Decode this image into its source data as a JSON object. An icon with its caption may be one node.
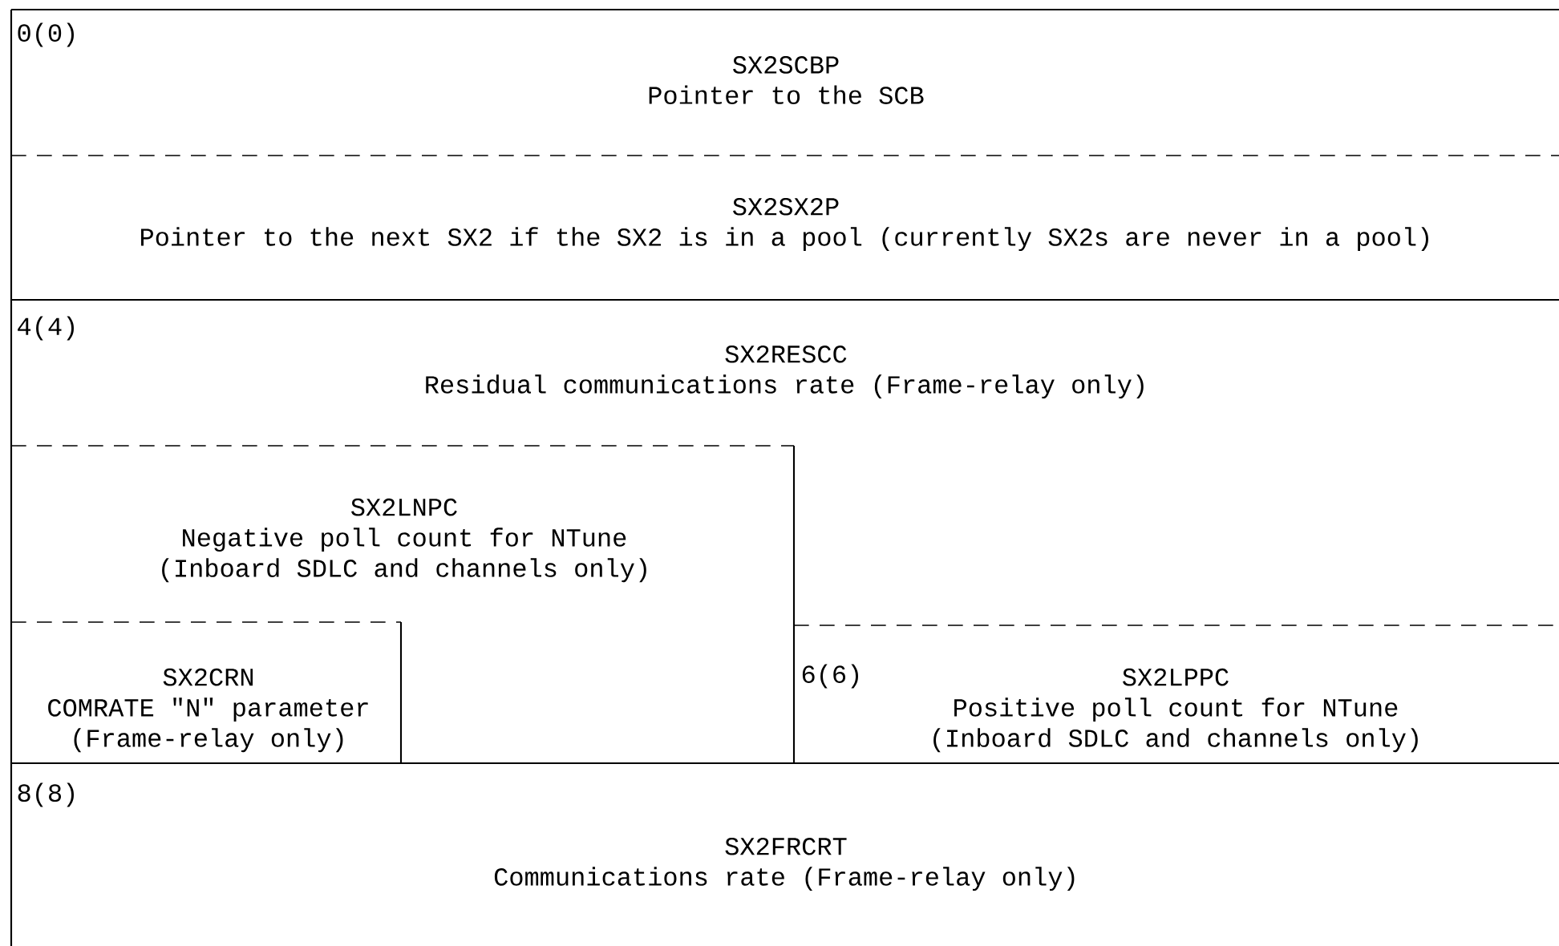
{
  "diagram": {
    "nodes": [
      {
        "text": [
          "SX2SCBP",
          "Pointer to the SCB"
        ]
      },
      {
        "text": [
          "SX2SX2P",
          "Pointer to the next SX2 if the SX2 is in a pool (currently SX2s are never in a pool)"
        ]
      },
      {
        "text": [
          "SX2RESCC",
          "Residual communications rate (Frame-relay only)"
        ]
      },
      {
        "text": [
          "SX2LNPC",
          "Negative poll count for NTune",
          "(Inboard SDLC and channels only)"
        ]
      },
      {
        "text": [
          "SX2CRN",
          "COMRATE \"N\" parameter",
          "(Frame-relay only)"
        ]
      },
      {
        "text": [
          "SX2LPPC",
          "Positive poll count for NTune",
          "(Inboard SDLC and channels only)"
        ]
      },
      {
        "text": [
          "SX2FRCRT",
          "Communications rate (Frame-relay only)"
        ]
      }
    ],
    "labels": [
      "0(0)",
      "4(4)",
      "6(6)",
      "8(8)"
    ]
  }
}
